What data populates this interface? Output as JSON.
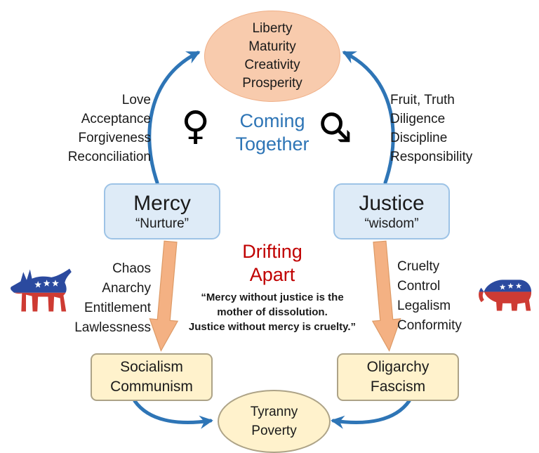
{
  "unity": {
    "lines": [
      "Liberty",
      "Maturity",
      "Creativity",
      "Prosperity"
    ]
  },
  "coming_together": {
    "lines": [
      "Coming",
      "Together"
    ]
  },
  "drifting_apart": {
    "lines": [
      "Drifting",
      "Apart"
    ]
  },
  "quote": {
    "lines": [
      "“Mercy without justice is the",
      "mother of dissolution.",
      "Justice without mercy is cruelty.”"
    ]
  },
  "mercy": {
    "title": "Mercy",
    "subtitle": "“Nurture”",
    "virtues": [
      "Love",
      "Acceptance",
      "Forgiveness",
      "Reconciliation"
    ],
    "vices": [
      "Chaos",
      "Anarchy",
      "Entitlement",
      "Lawlessness"
    ],
    "outcome": [
      "Socialism",
      "Communism"
    ]
  },
  "justice": {
    "title": "Justice",
    "subtitle": "“wisdom”",
    "virtues": [
      "Fruit, Truth",
      "Diligence",
      "Discipline",
      "Responsibility"
    ],
    "vices": [
      "Cruelty",
      "Control",
      "Legalism",
      "Conformity"
    ],
    "outcome": [
      "Oligarchy",
      "Fascism"
    ]
  },
  "tyranny": {
    "lines": [
      "Tyranny",
      "Poverty"
    ]
  },
  "symbols": {
    "female": "♀",
    "male": "♂"
  },
  "icons": {
    "left": "democratic-donkey",
    "right": "republican-elephant"
  },
  "colors": {
    "coming_together_blue": "#2E75B6",
    "drifting_apart_red": "#C00000",
    "arrow_blue": "#2E75B6",
    "arrow_orange_fill": "#F4B183",
    "unity_ellipse_fill": "#F8CBAD",
    "concept_box_fill": "#DEEBF7",
    "outcome_fill": "#FFF2CC",
    "party_blue": "#2B4A9F",
    "party_red": "#CE3B33"
  }
}
